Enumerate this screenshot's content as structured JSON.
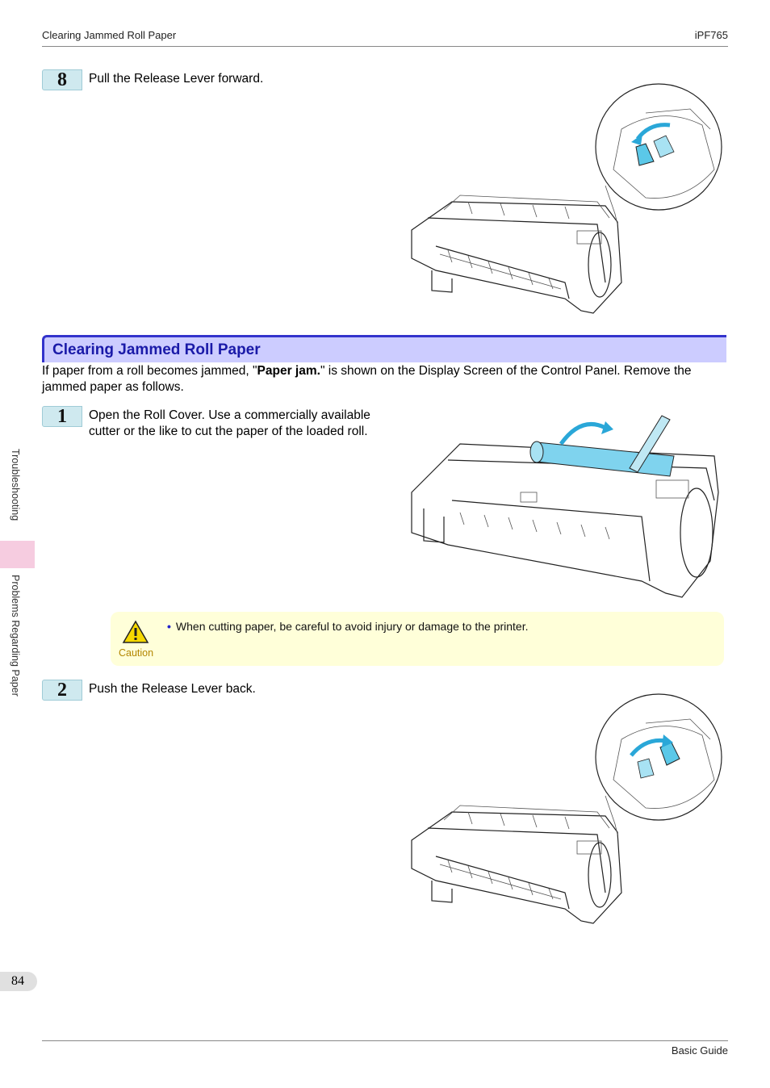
{
  "header": {
    "left": "Clearing Jammed Roll Paper",
    "right": "iPF765"
  },
  "steps_before": [
    {
      "number": "8",
      "text": "Pull the Release Lever forward."
    }
  ],
  "section": {
    "title": "Clearing Jammed Roll Paper",
    "intro_before": "If paper from a roll becomes jammed, \"",
    "intro_bold": "Paper jam.",
    "intro_after": "\" is shown on the Display Screen of the Control Panel. Remove the jammed paper as follows."
  },
  "steps": [
    {
      "number": "1",
      "text": "Open the Roll Cover. Use a commercially available cutter or the like to cut the paper of the loaded roll."
    },
    {
      "number": "2",
      "text": "Push the Release Lever back."
    }
  ],
  "caution": {
    "bullet": "•",
    "text": "When cutting paper, be careful to avoid injury or damage to the printer.",
    "label": "Caution"
  },
  "sidebar": {
    "chapter": "Troubleshooting",
    "section": "Problems Regarding Paper"
  },
  "footer": {
    "page_number": "84",
    "right": "Basic Guide"
  },
  "colors": {
    "section_bg": "#ccccff",
    "section_border": "#3333cc",
    "section_text": "#1a1aa8",
    "caution_bg": "#ffffd9",
    "accent_blue": "#5bc8e8",
    "side_tab": "#f6cce0"
  }
}
